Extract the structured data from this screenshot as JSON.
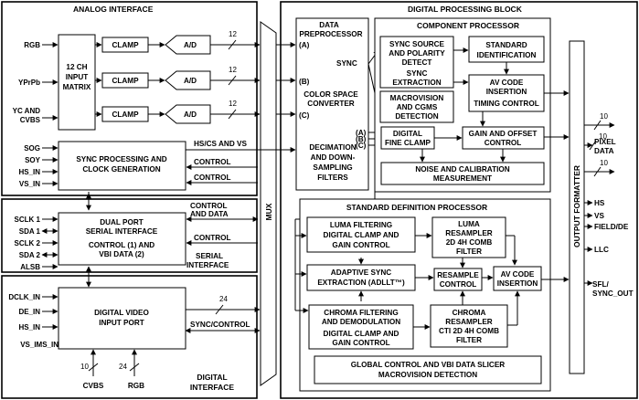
{
  "sections": {
    "analog": "ANALOG INTERFACE",
    "digital_processing": "DIGITAL PROCESSING BLOCK",
    "component_processor": "COMPONENT PROCESSOR",
    "sd_processor": "STANDARD DEFINITION PROCESSOR",
    "digital_interface": [
      "DIGITAL",
      "INTERFACE"
    ],
    "mux": "MUX",
    "output_formatter": "OUTPUT FORMATTER"
  },
  "analog": {
    "inputs": [
      "RGB",
      "YPrPb",
      "YC AND",
      "CVBS"
    ],
    "matrix": [
      "12 CH",
      "INPUT",
      "MATRIX"
    ],
    "clamp": "CLAMP",
    "adc": "A/D",
    "bus_width": "12",
    "sync_pins": [
      "SOG",
      "SOY",
      "HS_IN",
      "VS_IN"
    ],
    "sync_block": [
      "SYNC PROCESSING AND",
      "CLOCK GENERATION"
    ],
    "hs_cs_vs": "HS/CS AND VS",
    "control": "CONTROL",
    "serial_pins": [
      "SCLK 1",
      "SDA 1",
      "SCLK 2",
      "SDA 2",
      "ALSB"
    ],
    "serial_block": [
      "DUAL PORT",
      "SERIAL INTERFACE",
      "CONTROL (1) AND",
      "VBI DATA (2)"
    ],
    "control_and_data": [
      "CONTROL",
      "AND DATA"
    ],
    "serial_interface": [
      "SERIAL",
      "INTERFACE"
    ],
    "video_pins": [
      "DCLK_IN",
      "DE_IN",
      "HS_IN",
      "VS_IMS_IN"
    ],
    "video_block": [
      "DIGITAL VIDEO",
      "INPUT PORT"
    ],
    "video_bus": "24",
    "sync_control": "SYNC/CONTROL",
    "bottom_inputs": [
      {
        "label": "CVBS",
        "width": "10"
      },
      {
        "label": "RGB",
        "width": "24"
      }
    ]
  },
  "preprocessor": {
    "title": [
      "DATA",
      "PREPROCESSOR"
    ],
    "ports": [
      "(A)",
      "(B)",
      "(C)"
    ],
    "sync": "SYNC",
    "color_space": [
      "COLOR SPACE",
      "CONVERTER"
    ],
    "decimation": [
      "DECIMATION",
      "AND DOWN-",
      "SAMPLING",
      "FILTERS"
    ]
  },
  "component": {
    "sync_source": [
      "SYNC SOURCE",
      "AND POLARITY",
      "DETECT"
    ],
    "sync_extraction": [
      "SYNC",
      "EXTRACTION"
    ],
    "standard_id": [
      "STANDARD",
      "IDENTIFICATION"
    ],
    "macrovision": [
      "MACROVISION",
      "AND CGMS",
      "DETECTION"
    ],
    "av_code": [
      "AV CODE",
      "INSERTION"
    ],
    "timing_control": "TIMING CONTROL",
    "ports": [
      "(A)",
      "(B)",
      "(C)"
    ],
    "fine_clamp": [
      "DIGITAL",
      "FINE CLAMP"
    ],
    "gain_offset": [
      "GAIN AND OFFSET",
      "CONTROL"
    ],
    "noise": [
      "NOISE AND CALIBRATION",
      "MEASUREMENT"
    ]
  },
  "sd": {
    "luma_filter": [
      "LUMA FILTERING",
      "DIGITAL CLAMP AND",
      "GAIN CONTROL"
    ],
    "luma_resampler": [
      "LUMA",
      "RESAMPLER",
      "2D 4H COMB",
      "FILTER"
    ],
    "adaptive_sync": [
      "ADAPTIVE SYNC",
      "EXTRACTION (ADLLT™)"
    ],
    "resample_control": [
      "RESAMPLE",
      "CONTROL"
    ],
    "av_code": [
      "AV CODE",
      "INSERTION"
    ],
    "chroma_filter": [
      "CHROMA FILTERING",
      "AND DEMODULATION",
      "DIGITAL CLAMP AND",
      "GAIN CONTROL"
    ],
    "chroma_resampler": [
      "CHROMA",
      "RESAMPLER",
      "CTI 2D 4H COMB",
      "FILTER"
    ],
    "global_control": [
      "GLOBAL CONTROL AND VBI DATA SLICER",
      "MACROVISION DETECTION"
    ]
  },
  "outputs": {
    "bus_width": "10",
    "pixel_data": [
      "PIXEL",
      "DATA"
    ],
    "signals": [
      "HS",
      "VS",
      "FIELD/DE",
      "LLC",
      "SFL/",
      "SYNC_OUT"
    ]
  }
}
